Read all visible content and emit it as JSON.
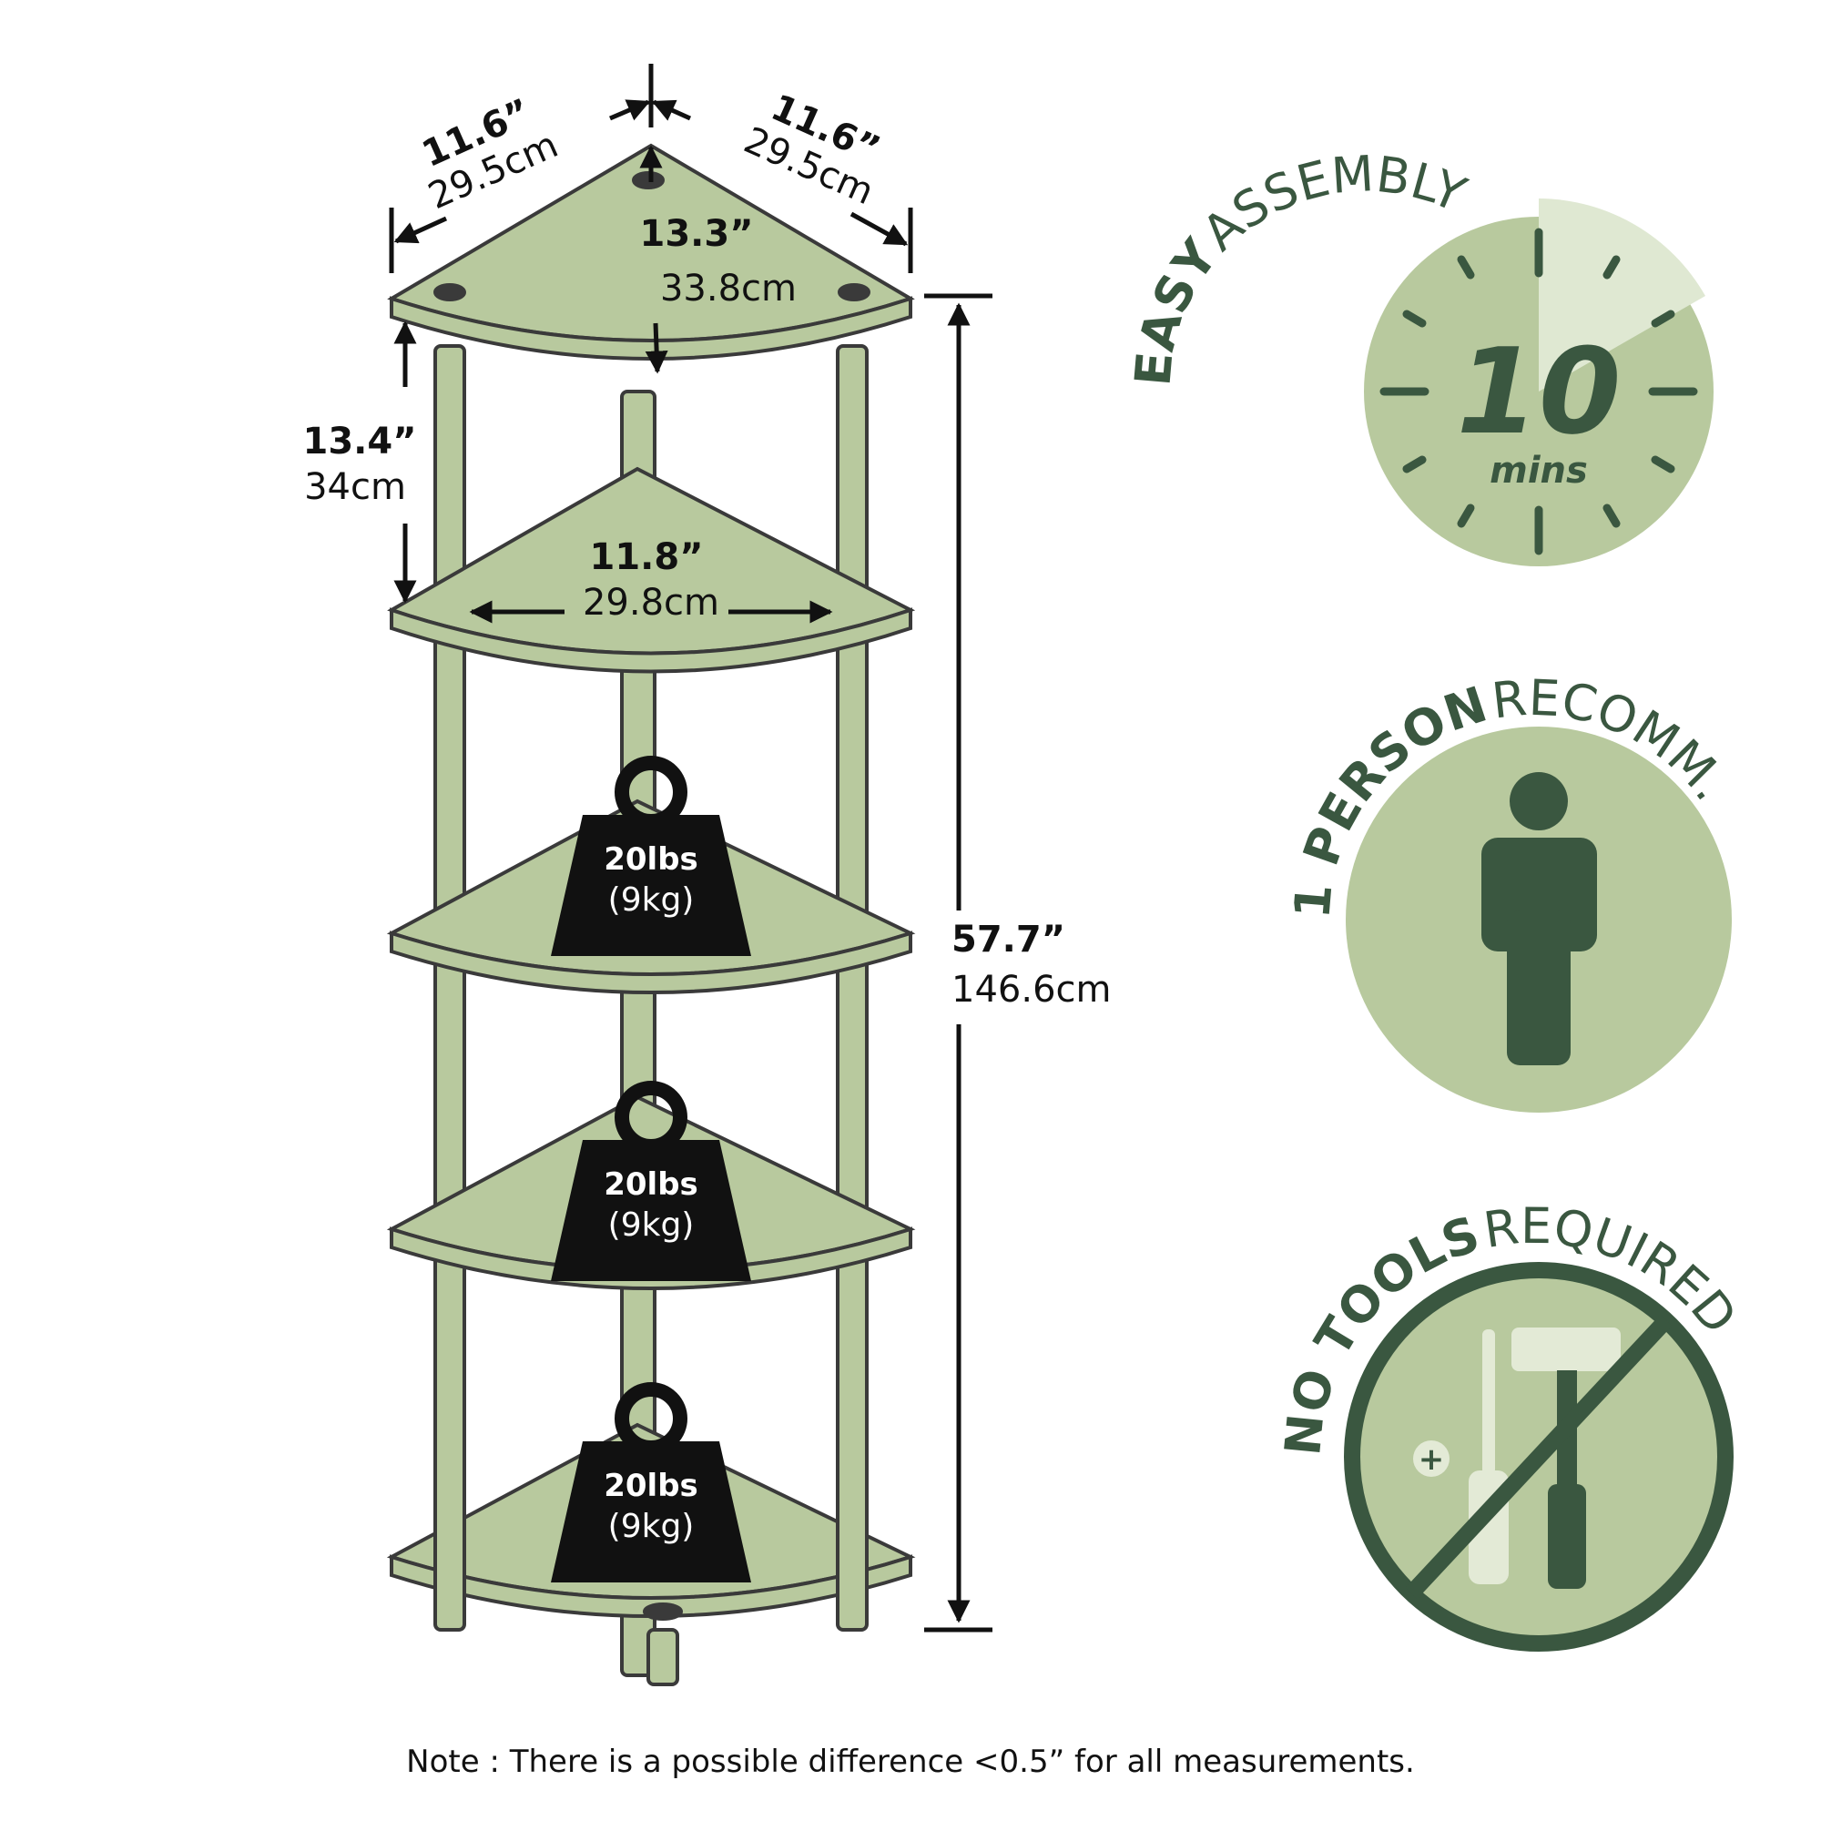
{
  "colors": {
    "shelf_fill": "#b8c99e",
    "outline": "#3a3a3a",
    "dark_green": "#3a5740",
    "badge_fill": "#b8c99e",
    "timer_highlight": "#dfe8d2",
    "tool_light": "#e3ead6",
    "weight_fill": "#111111"
  },
  "dimensions": {
    "top_left_side": {
      "inches": "11.6”",
      "cm": "29.5cm"
    },
    "top_right_side": {
      "inches": "11.6”",
      "cm": "29.5cm"
    },
    "depth": {
      "inches": "13.3”",
      "cm": "33.8cm"
    },
    "shelf_spacing": {
      "inches": "13.4”",
      "cm": "34cm"
    },
    "width_between_posts": {
      "inches": "11.8”",
      "cm": "29.8cm"
    },
    "total_height": {
      "inches": "57.7”",
      "cm": "146.6cm"
    }
  },
  "weight_tags": [
    {
      "lbs": "20lbs",
      "kg": "(9kg)"
    },
    {
      "lbs": "20lbs",
      "kg": "(9kg)"
    },
    {
      "lbs": "20lbs",
      "kg": "(9kg)"
    }
  ],
  "badges": {
    "easy_assembly": {
      "strong": "EASY",
      "light": "ASSEMBLY",
      "number": "10",
      "unit": "mins"
    },
    "one_person": {
      "strong": "1 PERSON",
      "light": "RECOMM."
    },
    "no_tools": {
      "strong": "NO TOOLS",
      "light": "REQUIRED"
    }
  },
  "note": "Note : There is a possible difference <0.5” for all measurements."
}
